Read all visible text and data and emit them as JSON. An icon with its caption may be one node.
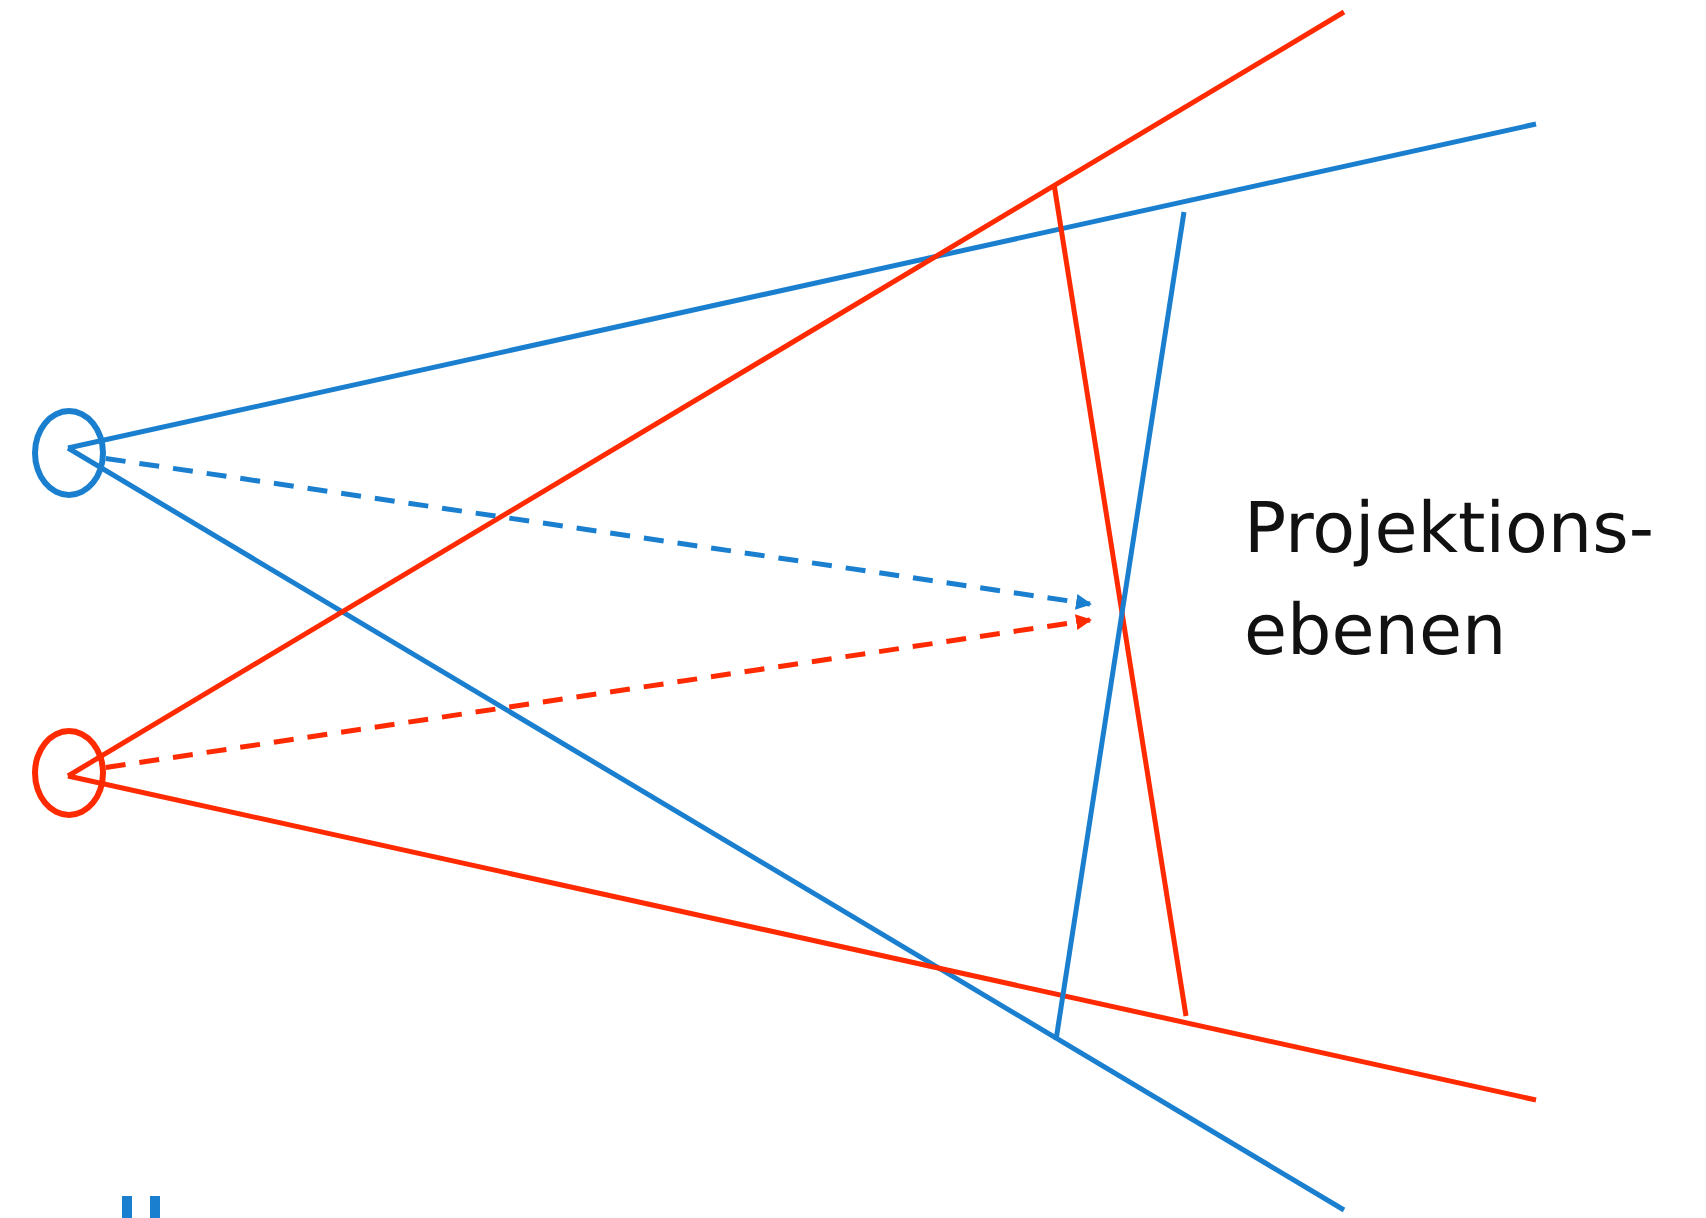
{
  "diagram": {
    "nodes": [
      {
        "text": [],
        "shape": "circle"
      },
      {
        "text": [],
        "shape": "circle"
      }
    ],
    "edges": [
      {
        "from": 0,
        "to": null,
        "arrow": "to",
        "style": "dashed",
        "color": "#1a7fcf"
      },
      {
        "from": 1,
        "to": null,
        "arrow": "to",
        "style": "dashed",
        "color": "#ff2a00"
      }
    ],
    "labels": [
      "Projektions- ebenen"
    ]
  }
}
